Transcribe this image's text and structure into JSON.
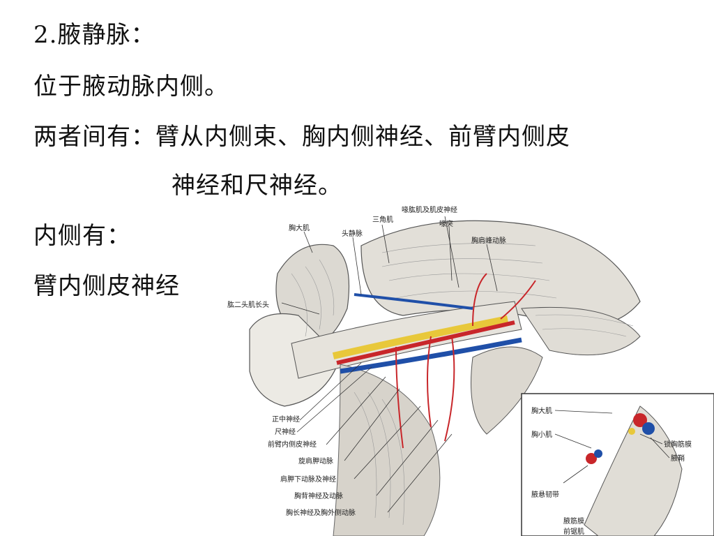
{
  "slide": {
    "heading": "2.腋静脉：",
    "line1": "位于腋动脉内侧。",
    "line2_label": "两者间有：",
    "line2_text": "臂从内侧束、胸内侧神经、前臂内侧皮",
    "line3_text": "神经和尺神经。",
    "line4": "内侧有：",
    "line5": "臂内侧皮神经"
  },
  "figure": {
    "labels": {
      "pectoralis_major": "胸大肌",
      "deltoid": "三角肌",
      "cephalic_vein": "头静脉",
      "coracobrachialis": "喙肱肌及肌皮神经",
      "coracoid": "喙突",
      "thoracoacromial_artery": "胸肩峰动脉",
      "biceps_long_head": "肱二头肌长头",
      "median_nerve": "正中神经",
      "ulnar_nerve": "尺神经",
      "medial_antebrachial_cutaneous": "前臂内侧皮神经",
      "circumflex_scapular_artery": "旋肩胛动脉",
      "subscapular": "肩胛下动脉及神经",
      "thoracodorsal": "胸背神经及动脉",
      "long_thoracic": "胸长神经及胸外侧动脉"
    },
    "inset_labels": {
      "pectoralis_major": "胸大肌",
      "pectoralis_minor": "胸小肌",
      "clavipectoral_fascia": "锁胸筋膜",
      "axillary_sheath": "腋鞘",
      "suspensory_ligament": "腋悬韧带",
      "axillary_fascia": "腋筋膜",
      "serratus_anterior": "前锯肌"
    },
    "colors": {
      "artery": "#c8262a",
      "vein": "#1f4fa8",
      "nerve": "#e8c83a",
      "muscle": "#d9d6cf"
    }
  }
}
